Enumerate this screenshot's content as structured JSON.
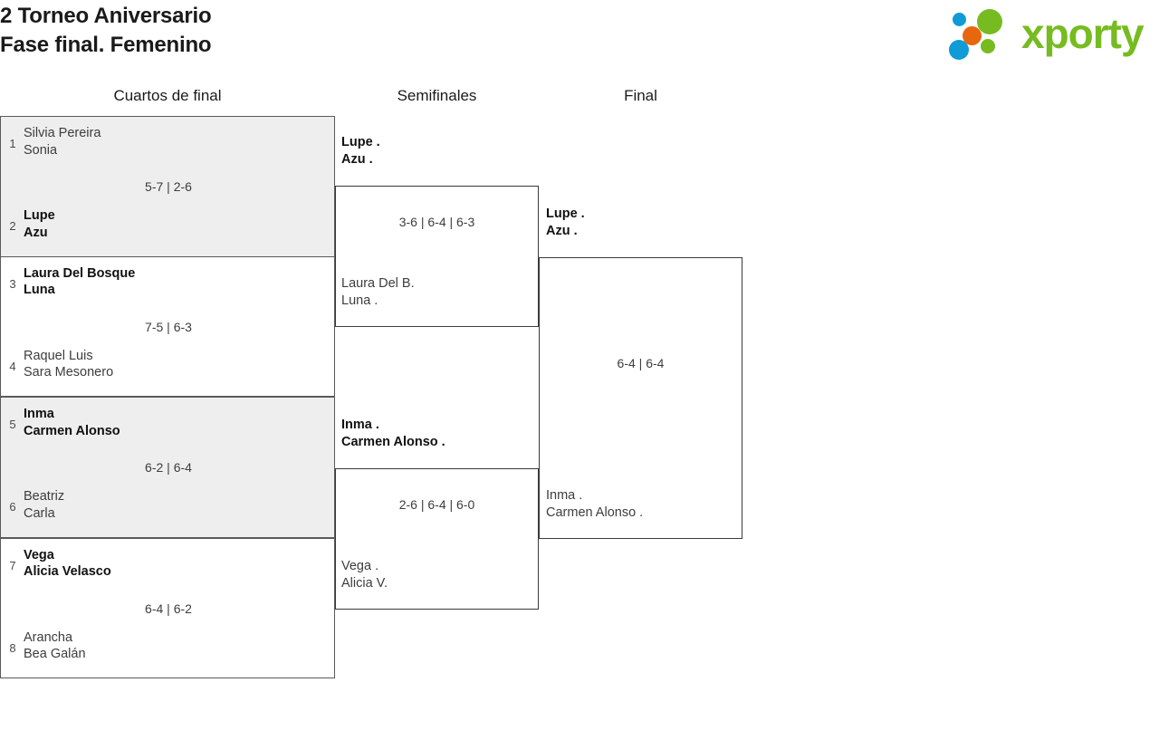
{
  "header": {
    "title_line1": "2 Torneo Aniversario",
    "title_line2": "Fase final. Femenino"
  },
  "logo": {
    "wordmark": "xporty",
    "colors": {
      "green": "#76bc21",
      "blue": "#0e9bd6",
      "orange": "#e8670c"
    },
    "dots": [
      {
        "name": "blue-small-dot",
        "color": "#0e9bd6"
      },
      {
        "name": "green-large-dot",
        "color": "#76bc21"
      },
      {
        "name": "orange-dot",
        "color": "#e8670c"
      },
      {
        "name": "blue-large-dot",
        "color": "#0e9bd6"
      },
      {
        "name": "green-small-dot",
        "color": "#76bc21"
      }
    ]
  },
  "rounds": [
    {
      "label": "Cuartos de final"
    },
    {
      "label": "Semifinales"
    },
    {
      "label": "Final"
    }
  ],
  "quarterfinals": [
    {
      "shaded": true,
      "score": "5-7 | 2-6",
      "top": {
        "seed": "1",
        "line1": "Silvia Pereira",
        "line2": "Sonia",
        "winner": false
      },
      "bottom": {
        "seed": "2",
        "line1": "Lupe",
        "line2": "Azu",
        "winner": true
      }
    },
    {
      "shaded": false,
      "score": "7-5 | 6-3",
      "top": {
        "seed": "3",
        "line1": "Laura Del Bosque",
        "line2": "Luna",
        "winner": true
      },
      "bottom": {
        "seed": "4",
        "line1": "Raquel Luis",
        "line2": "Sara Mesonero",
        "winner": false
      }
    },
    {
      "shaded": true,
      "score": "6-2 | 6-4",
      "top": {
        "seed": "5",
        "line1": "Inma",
        "line2": "Carmen Alonso",
        "winner": true
      },
      "bottom": {
        "seed": "6",
        "line1": "Beatriz",
        "line2": "Carla",
        "winner": false
      }
    },
    {
      "shaded": false,
      "score": "6-4 | 6-2",
      "top": {
        "seed": "7",
        "line1": "Vega",
        "line2": "Alicia Velasco",
        "winner": true
      },
      "bottom": {
        "seed": "8",
        "line1": "Arancha",
        "line2": "Bea Galán",
        "winner": false
      }
    }
  ],
  "semifinals": [
    {
      "score": "3-6 | 6-4 | 6-3",
      "winner": {
        "line1": "Lupe .",
        "line2": "Azu ."
      },
      "loser": {
        "line1": "Laura Del B.",
        "line2": "Luna ."
      }
    },
    {
      "score": "2-6 | 6-4 | 6-0",
      "winner": {
        "line1": "Inma .",
        "line2": "Carmen Alonso ."
      },
      "loser": {
        "line1": "Vega .",
        "line2": "Alicia V."
      }
    }
  ],
  "final": {
    "score": "6-4 | 6-4",
    "winner": {
      "line1": "Lupe .",
      "line2": "Azu ."
    },
    "loser": {
      "line1": "Inma .",
      "line2": "Carmen Alonso ."
    }
  }
}
